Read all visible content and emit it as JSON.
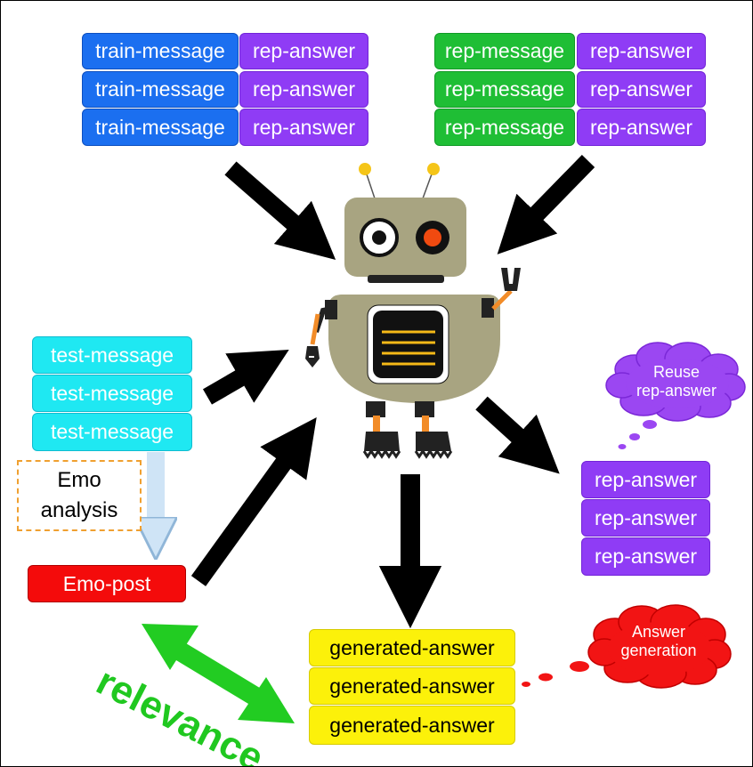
{
  "training_pairs_left": {
    "message_labels": [
      "train-message",
      "train-message",
      "train-message"
    ],
    "answer_labels": [
      "rep-answer",
      "rep-answer",
      "rep-answer"
    ]
  },
  "training_pairs_right": {
    "message_labels": [
      "rep-message",
      "rep-message",
      "rep-message"
    ],
    "answer_labels": [
      "rep-answer",
      "rep-answer",
      "rep-answer"
    ]
  },
  "test_messages": [
    "test-message",
    "test-message",
    "test-message"
  ],
  "emo_analysis": {
    "line1": "Emo",
    "line2": "analysis"
  },
  "emo_post": "Emo-post",
  "reuse_cloud": {
    "line1": "Reuse",
    "line2": "rep-answer"
  },
  "output_answers": [
    "rep-answer",
    "rep-answer",
    "rep-answer"
  ],
  "generation_cloud": {
    "line1": "Answer",
    "line2": "generation"
  },
  "generated_answers": [
    "generated-answer",
    "generated-answer",
    "generated-answer"
  ],
  "relevance_label": "relevance",
  "colors": {
    "train_message": "#1b6ff0",
    "rep_answer": "#8f3cf5",
    "rep_message": "#1fbe35",
    "test_message": "#1fe8f2",
    "emo_post": "#f40b0b",
    "generated_answer": "#fcf10a",
    "relevance": "#20c820",
    "arrow": "#000000"
  },
  "icons": [
    "robot-icon",
    "thought-cloud-icon"
  ]
}
